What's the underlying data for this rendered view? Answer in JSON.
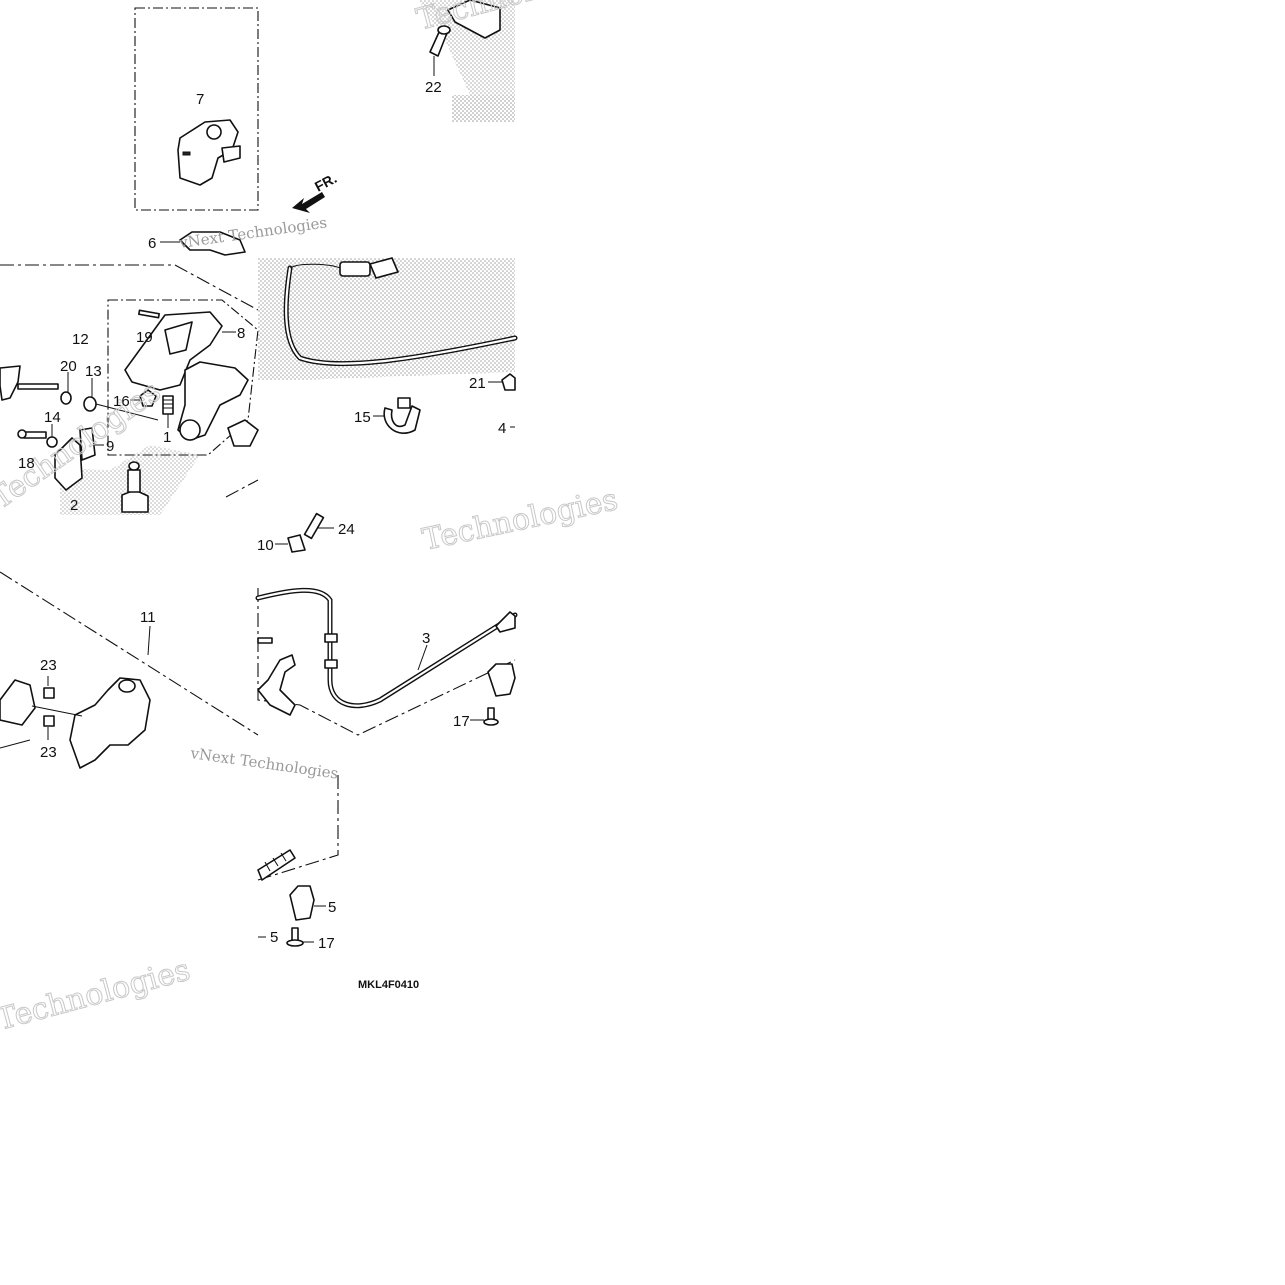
{
  "diagram_code": "MKL4F0410",
  "front_indicator": "FR.",
  "watermarks": {
    "brand_large": "Technologies",
    "brand_small": "vNext Technologies"
  },
  "callouts": {
    "c1": "1",
    "c2": "2",
    "c3": "3",
    "c4": "4",
    "c5a": "5",
    "c5b": "5",
    "c6": "6",
    "c7": "7",
    "c8": "8",
    "c9": "9",
    "c10": "10",
    "c11": "11",
    "c12": "12",
    "c13": "13",
    "c14": "14",
    "c15": "15",
    "c16": "16",
    "c17a": "17",
    "c17b": "17",
    "c18": "18",
    "c19": "19",
    "c20": "20",
    "c21": "21",
    "c22": "22",
    "c23a": "23",
    "c23b": "23",
    "c24": "24"
  }
}
